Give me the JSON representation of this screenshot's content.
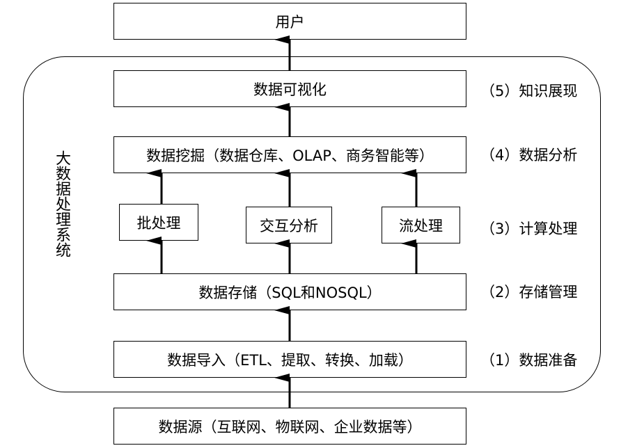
{
  "user_label": "用户",
  "system_label": "大数据处理系统",
  "boxes": {
    "visualization": "数据可视化",
    "mining": "数据挖掘（数据仓库、OLAP、商务智能等）",
    "batch": "批处理",
    "interactive": "交互分析",
    "stream": "流处理",
    "storage": "数据存储（SQL和NOSQL）",
    "import": "数据导入（ETL、提取、转换、加载）",
    "sources": "数据源（互联网、物联网、企业数据等）"
  },
  "stages": {
    "s5": "（5）知识展现",
    "s4": "（4）数据分析",
    "s3": "（3）计算处理",
    "s2": "（2）存储管理",
    "s1": "（1）数据准备"
  }
}
